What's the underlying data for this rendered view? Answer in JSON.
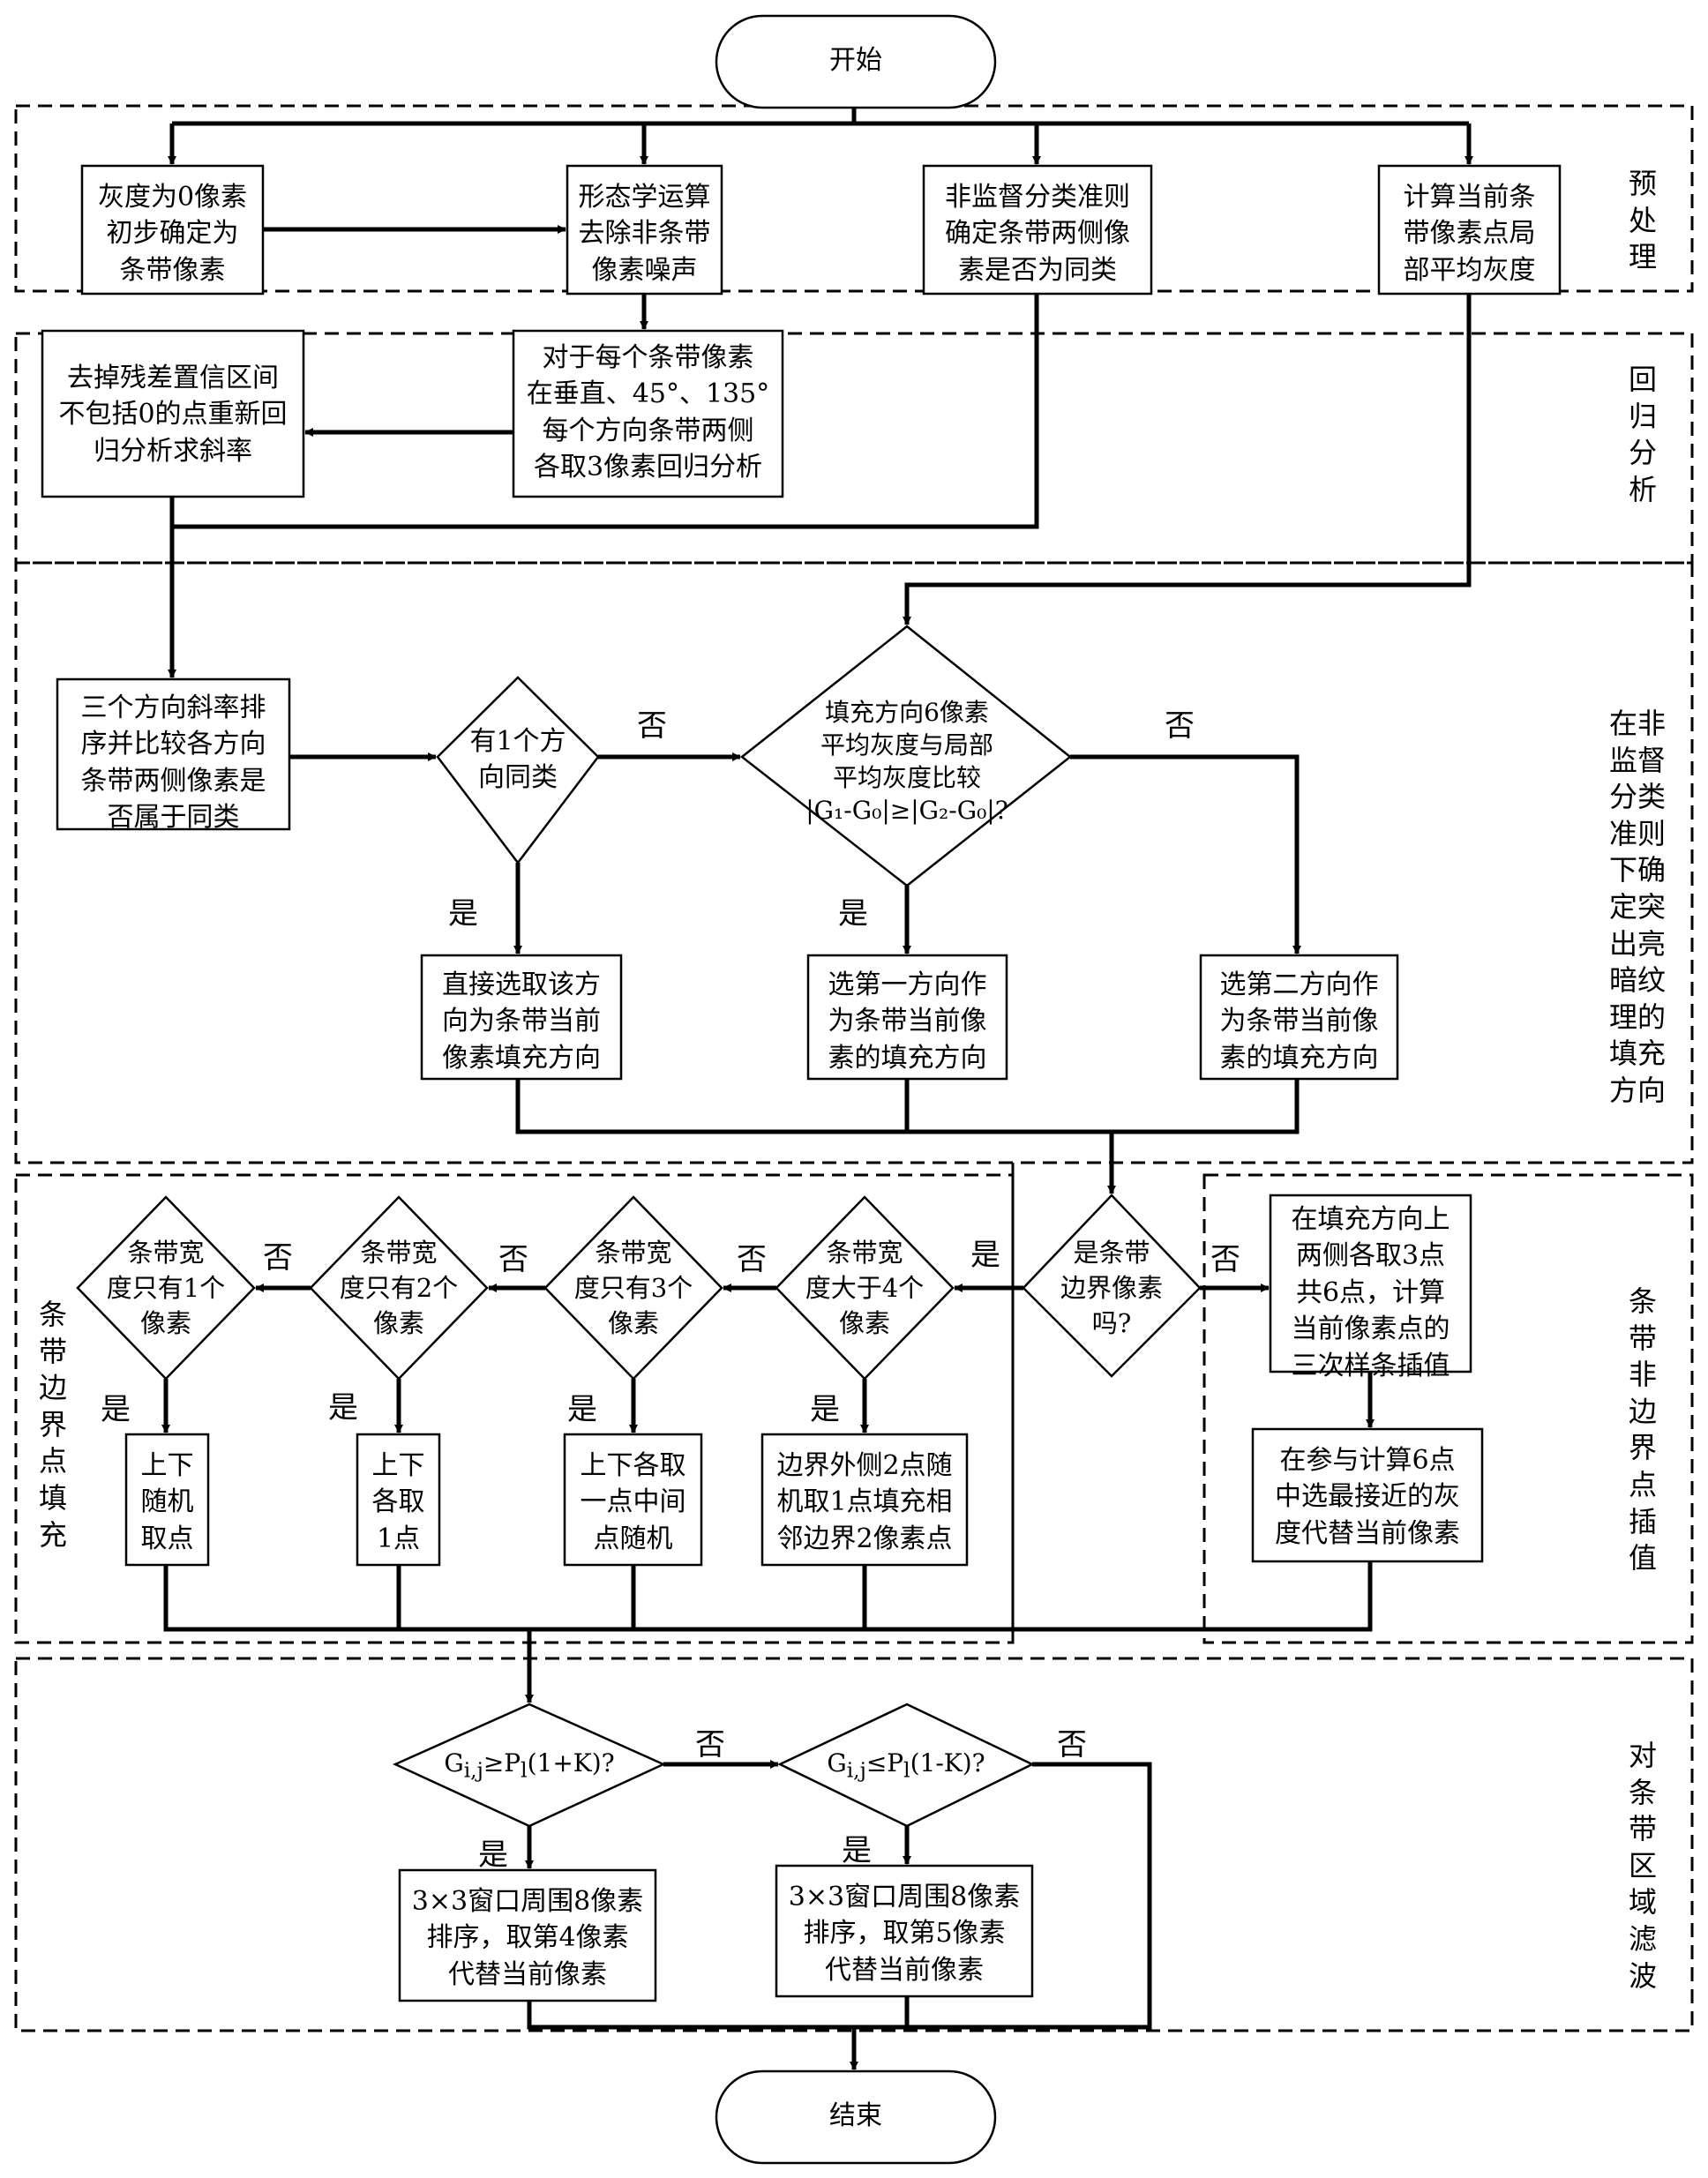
{
  "start": "开始",
  "end": "结束",
  "sections": {
    "preprocess": "预\n处\n理",
    "regression": "回\n归\n分\n析",
    "direction": "在非\n监督\n分类\n准则\n下确\n定突\n出亮\n暗纹\n理的\n填充\n方向",
    "edge_fill": "条\n带\n边\n界\n点\n填\n充",
    "nonedge": "条\n带\n非\n边\n界\n点\n插\n值",
    "filter": "对\n条\n带\n区\n域\n滤\n波"
  },
  "nodes": {
    "gray0": "灰度为0像素\n初步确定为\n条带像素",
    "morph": "形态学运算\n去除非条带\n像素噪声",
    "unsup": "非监督分类准则\n确定条带两侧像\n素是否为同类",
    "localavg": "计算当前条\n带像素点局\n部平均灰度",
    "regress": "对于每个条带像素\n在垂直、45°、135°\n每个方向条带两侧\n各取3像素回归分析",
    "refit": "去掉残差置信区间\n不包括0的点重新回\n归分析求斜率",
    "sort3": "三个方向斜率排\n序并比较各方向\n条带两侧像素是\n否属于同类",
    "d_one": "有1个方\n向同类",
    "d_fill6": "填充方向6像素\n平均灰度与局部\n平均灰度比较\n|G₁-G₀|≥|G₂-G₀|?",
    "dir_direct": "直接选取该方\n向为条带当前\n像素填充方向",
    "dir_first": "选第一方向作\n为条带当前像\n素的填充方向",
    "dir_second": "选第二方向作\n为条带当前像\n素的填充方向",
    "d_edge": "是条带\n边界像素\n吗?",
    "d_gt4": "条带宽\n度大于4个\n像素",
    "d_3": "条带宽\n度只有3个\n像素",
    "d_2": "条带宽\n度只有2个\n像素",
    "d_1": "条带宽\n度只有1个\n像素",
    "fill_gt4": "边界外侧2点随\n机取1点填充相\n邻边界2像素点",
    "fill_3": "上下各取\n一点中间\n点随机",
    "fill_2": "上下\n各取\n1点",
    "fill_1": "上下\n随机\n取点",
    "spline": "在填充方向上\n两侧各取3点\n共6点，计算\n当前像素点的\n三次样条插值",
    "nearest": "在参与计算6点\n中选最接近的灰\n度代替当前像素",
    "d_gp": "G<sub>i,j</sub>≥P<sub>l</sub>(1+K)?",
    "d_gm": "G<sub>i,j</sub>≤P<sub>l</sub>(1-K)?",
    "win4": "3×3窗口周围8像素\n排序，取第4像素\n代替当前像素",
    "win5": "3×3窗口周围8像素\n排序，取第5像素\n代替当前像素"
  },
  "labels": {
    "yes": "是",
    "no": "否"
  }
}
